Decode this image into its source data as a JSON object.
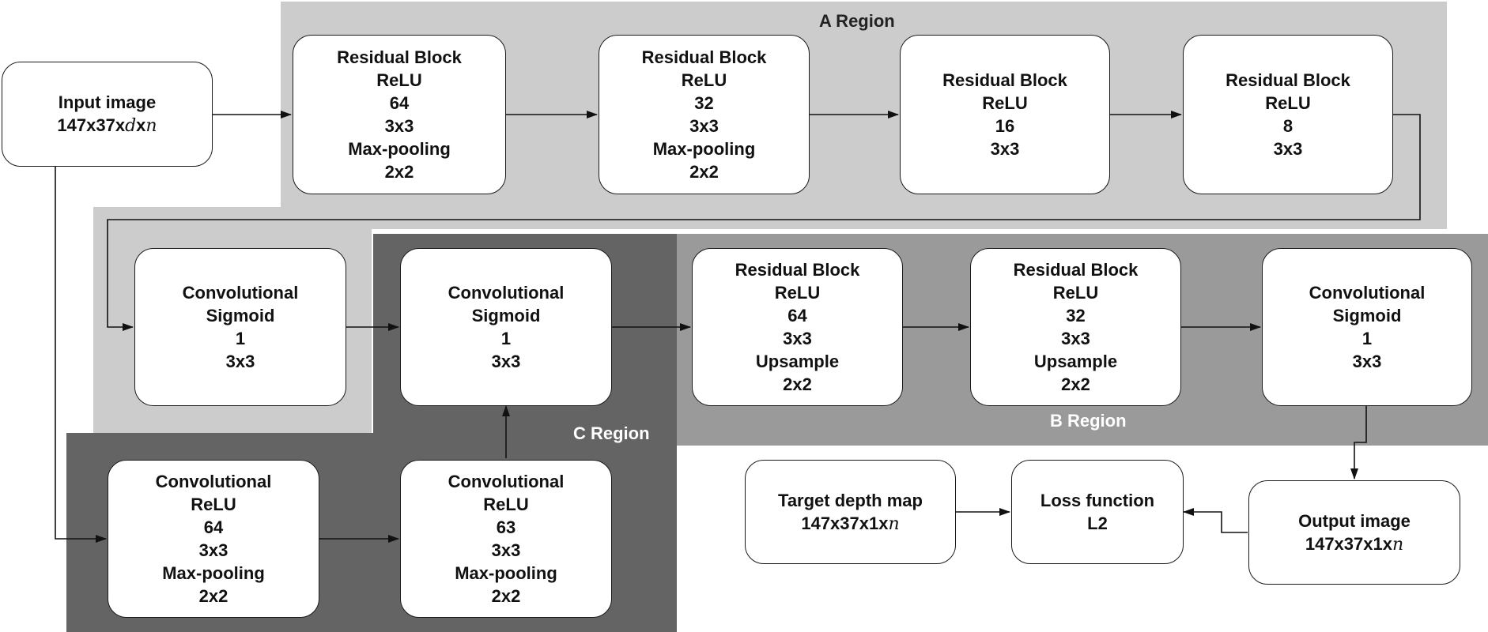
{
  "colors": {
    "region_a": "#cccccc",
    "region_b": "#9a9a9a",
    "region_c": "#646464",
    "region_a_label": "#222222",
    "region_bc_label": "#ffffff",
    "box_fill": "#ffffff",
    "box_stroke": "#1a1a1a",
    "arrow": "#111111"
  },
  "regions": {
    "a": {
      "label": "A Region"
    },
    "b": {
      "label": "B Region"
    },
    "c": {
      "label": "C Region"
    }
  },
  "nodes": {
    "input": {
      "lines": [
        "Input image"
      ],
      "dims": "147x37x",
      "vars": [
        "d",
        "x",
        "n"
      ]
    },
    "rb64": {
      "lines": [
        "Residual Block",
        "ReLU",
        "64",
        "3x3",
        "Max-pooling",
        "2x2"
      ]
    },
    "rb32": {
      "lines": [
        "Residual Block",
        "ReLU",
        "32",
        "3x3",
        "Max-pooling",
        "2x2"
      ]
    },
    "rb16": {
      "lines": [
        "Residual Block",
        "ReLU",
        "16",
        "3x3"
      ]
    },
    "rb8": {
      "lines": [
        "Residual Block",
        "ReLU",
        "8",
        "3x3"
      ]
    },
    "convA": {
      "lines": [
        "Convolutional",
        "Sigmoid",
        "1",
        "3x3"
      ]
    },
    "convC1": {
      "lines": [
        "Convolutional",
        "Sigmoid",
        "1",
        "3x3"
      ]
    },
    "rbu64": {
      "lines": [
        "Residual Block",
        "ReLU",
        "64",
        "3x3",
        "Upsample",
        "2x2"
      ]
    },
    "rbu32": {
      "lines": [
        "Residual Block",
        "ReLU",
        "32",
        "3x3",
        "Upsample",
        "2x2"
      ]
    },
    "convB": {
      "lines": [
        "Convolutional",
        "Sigmoid",
        "1",
        "3x3"
      ]
    },
    "cr64": {
      "lines": [
        "Convolutional",
        "ReLU",
        "64",
        "3x3",
        "Max-pooling",
        "2x2"
      ]
    },
    "cr63": {
      "lines": [
        "Convolutional",
        "ReLU",
        "63",
        "3x3",
        "Max-pooling",
        "2x2"
      ]
    },
    "target": {
      "lines": [
        "Target depth map"
      ],
      "dims": "147x37x1x",
      "vars": [
        "n"
      ]
    },
    "loss": {
      "lines": [
        "Loss function",
        "L2"
      ]
    },
    "output": {
      "lines": [
        "Output image"
      ],
      "dims": "147x37x1x",
      "vars": [
        "n"
      ]
    }
  }
}
